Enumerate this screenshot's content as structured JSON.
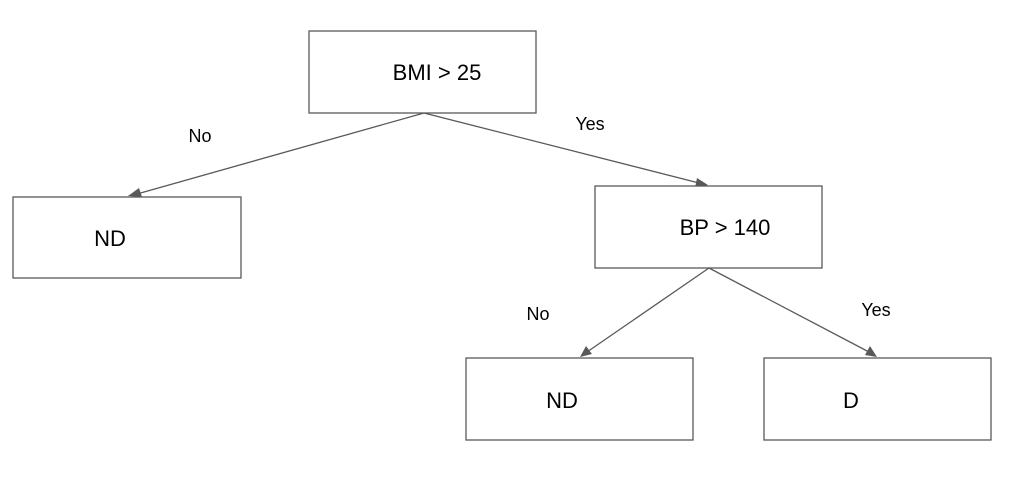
{
  "nodes": {
    "root": {
      "label": "BMI > 25"
    },
    "left_leaf": {
      "label": "ND"
    },
    "bp_node": {
      "label": "BP > 140"
    },
    "bp_no_leaf": {
      "label": "ND"
    },
    "bp_yes_leaf": {
      "label": "D"
    }
  },
  "edges": {
    "root_no": {
      "label": "No"
    },
    "root_yes": {
      "label": "Yes"
    },
    "bp_no": {
      "label": "No"
    },
    "bp_yes": {
      "label": "Yes"
    }
  },
  "colors": {
    "stroke": "#595959",
    "text": "#000000",
    "background": "#ffffff"
  }
}
